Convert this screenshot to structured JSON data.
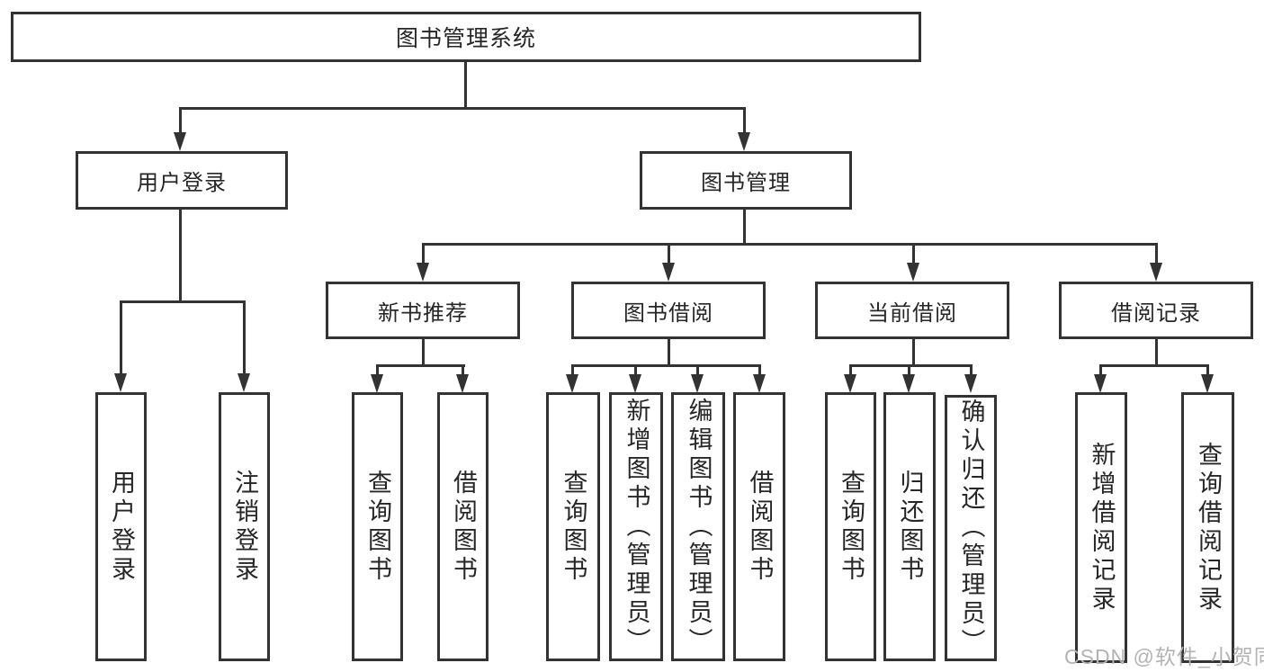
{
  "diagram": {
    "title_node": "图书管理系统",
    "root": "图书管理系统",
    "branches": [
      {
        "label": "用户登录",
        "children": [
          "用户登录",
          "注销登录"
        ]
      },
      {
        "label": "图书管理",
        "sections": [
          {
            "label": "新书推荐",
            "children": [
              "查询图书",
              "借阅图书"
            ]
          },
          {
            "label": "图书借阅",
            "children": [
              "查询图书",
              "新增图书（管理员）",
              "编辑图书（管理员）",
              "借阅图书"
            ]
          },
          {
            "label": "当前借阅",
            "children": [
              "查询图书",
              "归还图书",
              "确认归还（管理员）"
            ]
          },
          {
            "label": "借阅记录",
            "children": [
              "新增借阅记录",
              "查询借阅记录"
            ]
          }
        ]
      }
    ]
  },
  "watermark": "CSDN @软件_小贺同学",
  "colors": {
    "line": "#333333",
    "text": "#262626",
    "watermark": "#b3b3b3",
    "background": "#ffffff"
  }
}
